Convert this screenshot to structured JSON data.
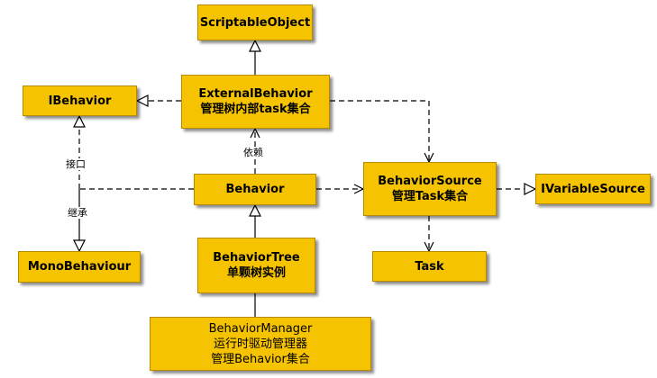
{
  "nodes": {
    "scriptable_object": {
      "line1": "ScriptableObject"
    },
    "external_behavior": {
      "line1": "ExternalBehavior",
      "line2": "管理树内部task集合"
    },
    "ibehavior": {
      "line1": "IBehavior"
    },
    "behavior": {
      "line1": "Behavior"
    },
    "behavior_source": {
      "line1": "BehaviorSource",
      "line2": "管理Task集合"
    },
    "ivariable_source": {
      "line1": "IVariableSource"
    },
    "mono_behaviour": {
      "line1": "MonoBehaviour"
    },
    "behavior_tree": {
      "line1": "BehaviorTree",
      "line2": "单颗树实例"
    },
    "task": {
      "line1": "Task"
    },
    "behavior_manager": {
      "line1": "BehaviorManager",
      "line2": "运行时驱动管理器",
      "line3": "管理Behavior集合"
    }
  },
  "edge_labels": {
    "interface": "接口",
    "dependency": "依赖",
    "inheritance": "继承"
  },
  "colors": {
    "node_fill": "#f6c300",
    "node_border": "#b88a00",
    "edge": "#000000"
  }
}
